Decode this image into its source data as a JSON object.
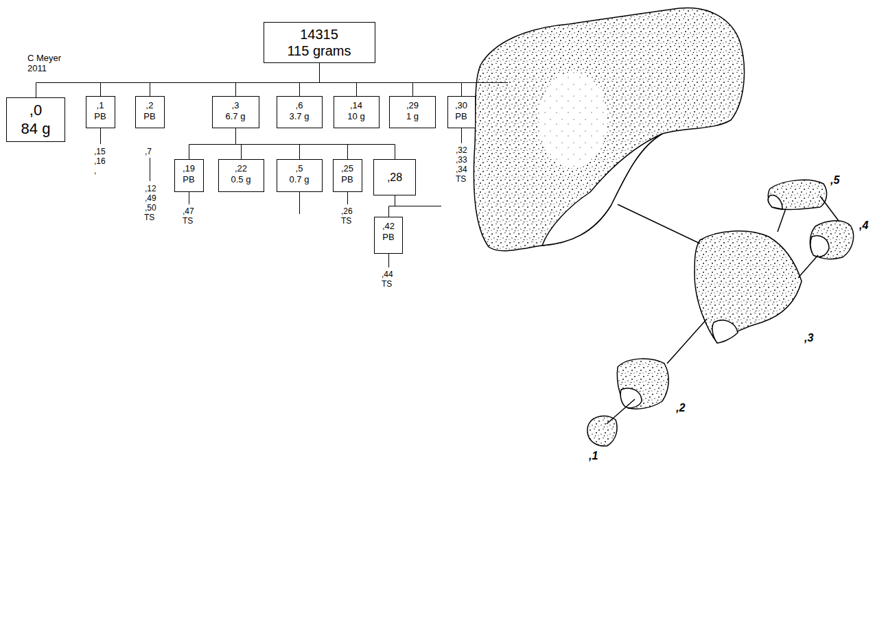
{
  "diagram": {
    "nodes": [
      {
        "text": [
          "14315",
          "115 grams"
        ]
      },
      {
        "text": [
          ",0",
          "84 g"
        ]
      },
      {
        "text": [
          ",1",
          "PB"
        ]
      },
      {
        "text": [
          ",2",
          "PB"
        ]
      },
      {
        "text": [
          ",3",
          "6.7 g"
        ]
      },
      {
        "text": [
          ",6",
          "3.7 g"
        ]
      },
      {
        "text": [
          ",14",
          "10 g"
        ]
      },
      {
        "text": [
          ",29",
          "1 g"
        ]
      },
      {
        "text": [
          ",30",
          "PB"
        ]
      },
      {
        "text": [
          ",19",
          "PB"
        ]
      },
      {
        "text": [
          ",22",
          "0.5 g"
        ]
      },
      {
        "text": [
          ",5",
          "0.7 g"
        ]
      },
      {
        "text": [
          ",25",
          "PB"
        ]
      },
      {
        "text": [
          ",28"
        ]
      },
      {
        "text": [
          ",42",
          "PB"
        ]
      }
    ],
    "edges": [
      {
        "from": 0,
        "to": 1,
        "arrow": "none"
      },
      {
        "from": 0,
        "to": 2,
        "arrow": "none"
      },
      {
        "from": 0,
        "to": 3,
        "arrow": "none"
      },
      {
        "from": 0,
        "to": 4,
        "arrow": "none"
      },
      {
        "from": 0,
        "to": 5,
        "arrow": "none"
      },
      {
        "from": 0,
        "to": 6,
        "arrow": "none"
      },
      {
        "from": 0,
        "to": 7,
        "arrow": "none"
      },
      {
        "from": 0,
        "to": 8,
        "arrow": "none"
      },
      {
        "from": 4,
        "to": 9,
        "arrow": "none"
      },
      {
        "from": 4,
        "to": 10,
        "arrow": "none"
      },
      {
        "from": 4,
        "to": 11,
        "arrow": "none"
      },
      {
        "from": 4,
        "to": 12,
        "arrow": "none"
      },
      {
        "from": 4,
        "to": 13,
        "arrow": "none"
      },
      {
        "from": 13,
        "to": 14,
        "arrow": "none"
      }
    ],
    "labels": [
      "C Meyer 2011",
      ",15",
      ",16",
      ",",
      ",7",
      ",12",
      ",49",
      ",50",
      "TS",
      ",47",
      "TS",
      ",26",
      "TS",
      ",44",
      "TS",
      ",32",
      ",33",
      ",34",
      "TS",
      ",5",
      ",4",
      ",3",
      ",2",
      ",1"
    ]
  }
}
